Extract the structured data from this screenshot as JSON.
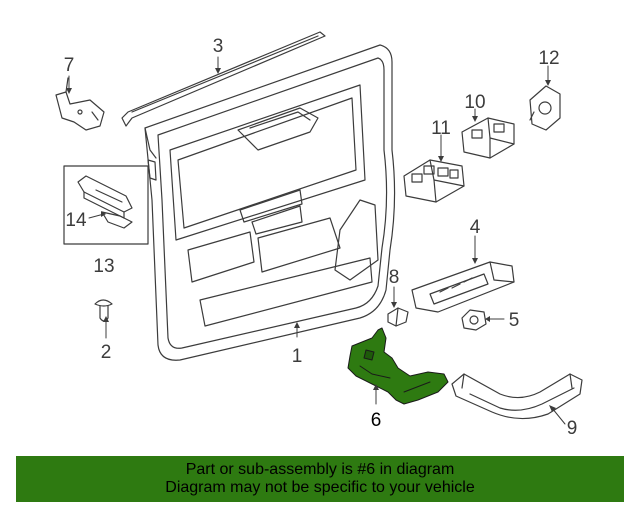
{
  "diagram": {
    "callouts": [
      {
        "id": "1",
        "text": "1"
      },
      {
        "id": "2",
        "text": "2"
      },
      {
        "id": "3",
        "text": "3"
      },
      {
        "id": "4",
        "text": "4"
      },
      {
        "id": "5",
        "text": "5"
      },
      {
        "id": "6",
        "text": "6"
      },
      {
        "id": "7",
        "text": "7"
      },
      {
        "id": "8",
        "text": "8"
      },
      {
        "id": "9",
        "text": "9"
      },
      {
        "id": "10",
        "text": "10"
      },
      {
        "id": "11",
        "text": "11"
      },
      {
        "id": "12",
        "text": "12"
      },
      {
        "id": "13",
        "text": "13"
      },
      {
        "id": "14",
        "text": "14"
      }
    ],
    "highlighted_part": "6",
    "colors": {
      "line": "#3c3c3c",
      "highlight_fill": "#2e7a11",
      "banner": "#2e7a11"
    }
  },
  "banner": {
    "line1": "Part or sub-assembly is #6 in diagram",
    "line2": "Diagram may not be specific to your vehicle"
  }
}
